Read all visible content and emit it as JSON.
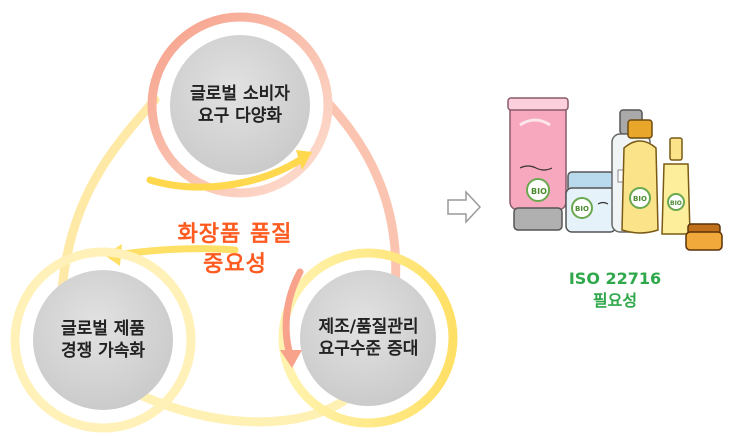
{
  "nodes": [
    {
      "line1": "글로벌 소비자",
      "line2": "요구 다양화"
    },
    {
      "line1": "글로벌 제품",
      "line2": "경쟁 가속화"
    },
    {
      "line1": "제조/품질관리",
      "line2": "요구수준 증대"
    }
  ],
  "center": {
    "line1": "화장품 품질",
    "line2": "중요성"
  },
  "result": {
    "line1": "ISO 22716",
    "line2": "필요성"
  },
  "product_label": "BIO",
  "colors": {
    "center_text": "#ff5a1f",
    "iso_text": "#2ea84a",
    "node_fill": "#d9d9d9"
  }
}
